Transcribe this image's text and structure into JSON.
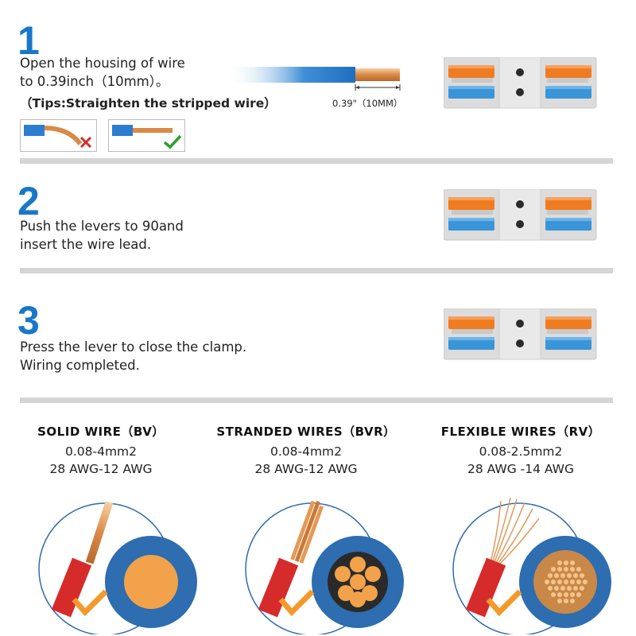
{
  "steps": [
    {
      "number": "1",
      "line1": "Open the housing of wire",
      "line2": "to 0.39inch（10mm）。",
      "tip": "（Tips:Straighten the stripped wire）"
    },
    {
      "number": "2",
      "line1": "Push the levers to 90and",
      "line2": "insert the wire lead."
    },
    {
      "number": "3",
      "line1": "Press the lever to close the clamp.",
      "line2": "Wiring completed."
    }
  ],
  "strip_dimension": "0.39\"（10MM）",
  "wire_types": [
    {
      "title": "SOLID WIRE（BV）",
      "range_mm": "0.08-4mm2",
      "range_awg": "28 AWG-12 AWG"
    },
    {
      "title": "STRANDED WIRES（BVR）",
      "range_mm": "0.08-4mm2",
      "range_awg": "28 AWG-12 AWG"
    },
    {
      "title": "FLEXIBLE WIRES（RV）",
      "range_mm": "0.08-2.5mm2",
      "range_awg": "28 AWG -14 AWG"
    }
  ],
  "icons": {
    "wrong": "cross-mark-icon",
    "right": "check-mark-icon",
    "accept": "checkmark-icon"
  },
  "colors": {
    "accent_blue": "#1877c9",
    "lever_orange": "#f07c22",
    "lever_blue": "#3a95d8",
    "housing_gray": "#d9d9d9",
    "wire_red": "#d62b2b",
    "copper": "#e49a55",
    "check_orange": "#f39a2b",
    "circle_blue": "#2d6db0"
  }
}
